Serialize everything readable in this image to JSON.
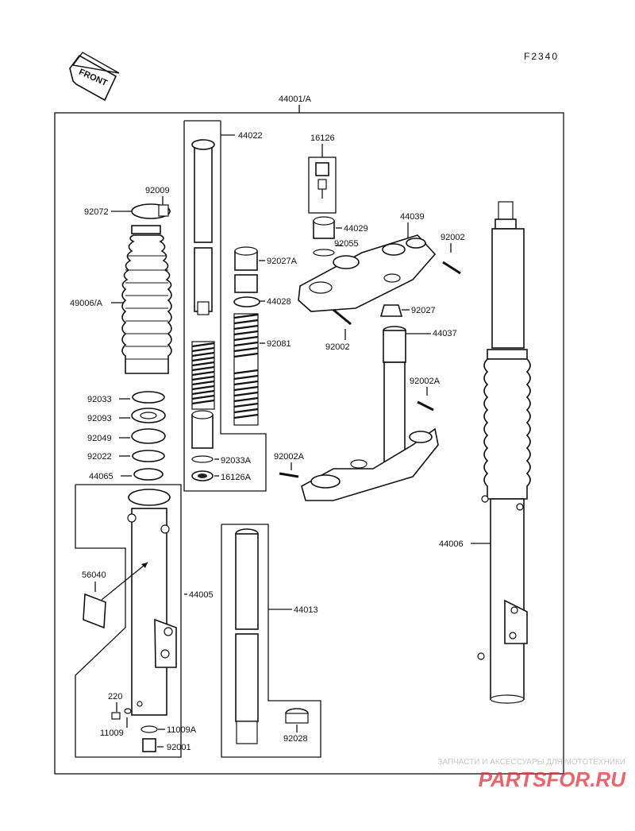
{
  "diagram_code": "F2340",
  "front_label": "FRONT",
  "assembly_code": "44001/A",
  "parts": {
    "p44022": "44022",
    "p16126": "16126",
    "p92009": "92009",
    "p92072": "92072",
    "p44029": "44029",
    "p44039": "44039",
    "p92002a": "92002",
    "p92055": "92055",
    "p92027A": "92027A",
    "p49006A": "49006/A",
    "p44028": "44028",
    "p92027": "92027",
    "p92002b": "92002",
    "p92081": "92081",
    "p44037": "44037",
    "p92002A_a": "92002A",
    "p92033": "92033",
    "p92093": "92093",
    "p92049": "92049",
    "p92022": "92022",
    "p92033A": "92033A",
    "p92002A_b": "92002A",
    "p44065": "44065",
    "p16126A": "16126A",
    "p44006": "44006",
    "p56040": "56040",
    "p44005": "44005",
    "p44013": "44013",
    "p220": "220",
    "p11009": "11009",
    "p11009A": "11009A",
    "p92028": "92028",
    "p92001": "92001"
  },
  "watermark": {
    "tagline": "ЗАПЧАСТИ И АКСЕССУАРЫ ДЛЯ МОТОТЕХНИКИ",
    "brand": "PARTSFOR.RU"
  },
  "colors": {
    "line": "#111111",
    "watermark_brand": "#e0343c",
    "watermark_text": "#c8c8c8"
  }
}
